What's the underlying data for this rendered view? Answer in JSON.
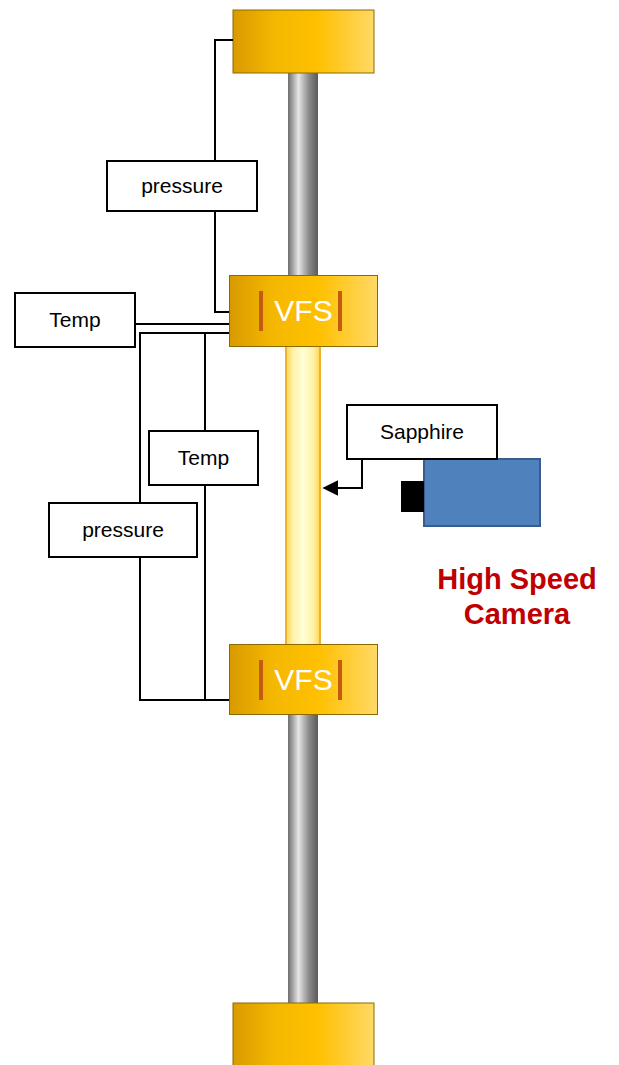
{
  "diagram": {
    "nodes": [
      {
        "text": [
          "pressure"
        ]
      },
      {
        "text": [
          "VFS"
        ]
      },
      {
        "text": [
          "Temp"
        ]
      },
      {
        "text": [
          "Temp"
        ]
      },
      {
        "text": [
          "Sapphire"
        ]
      },
      {
        "text": [
          "pressure"
        ]
      },
      {
        "text": [
          "VFS"
        ]
      }
    ],
    "edges": [
      {
        "from": 0,
        "to": 1,
        "arrow": "none"
      },
      {
        "from": 2,
        "to": 1,
        "arrow": "none"
      },
      {
        "from": 3,
        "to": 1,
        "arrow": "none"
      },
      {
        "from": 3,
        "to": 6,
        "arrow": "none"
      },
      {
        "from": 5,
        "to": 1,
        "arrow": "none"
      },
      {
        "from": 5,
        "to": 6,
        "arrow": "none"
      }
    ],
    "labels": [
      "High Speed Camera"
    ]
  }
}
